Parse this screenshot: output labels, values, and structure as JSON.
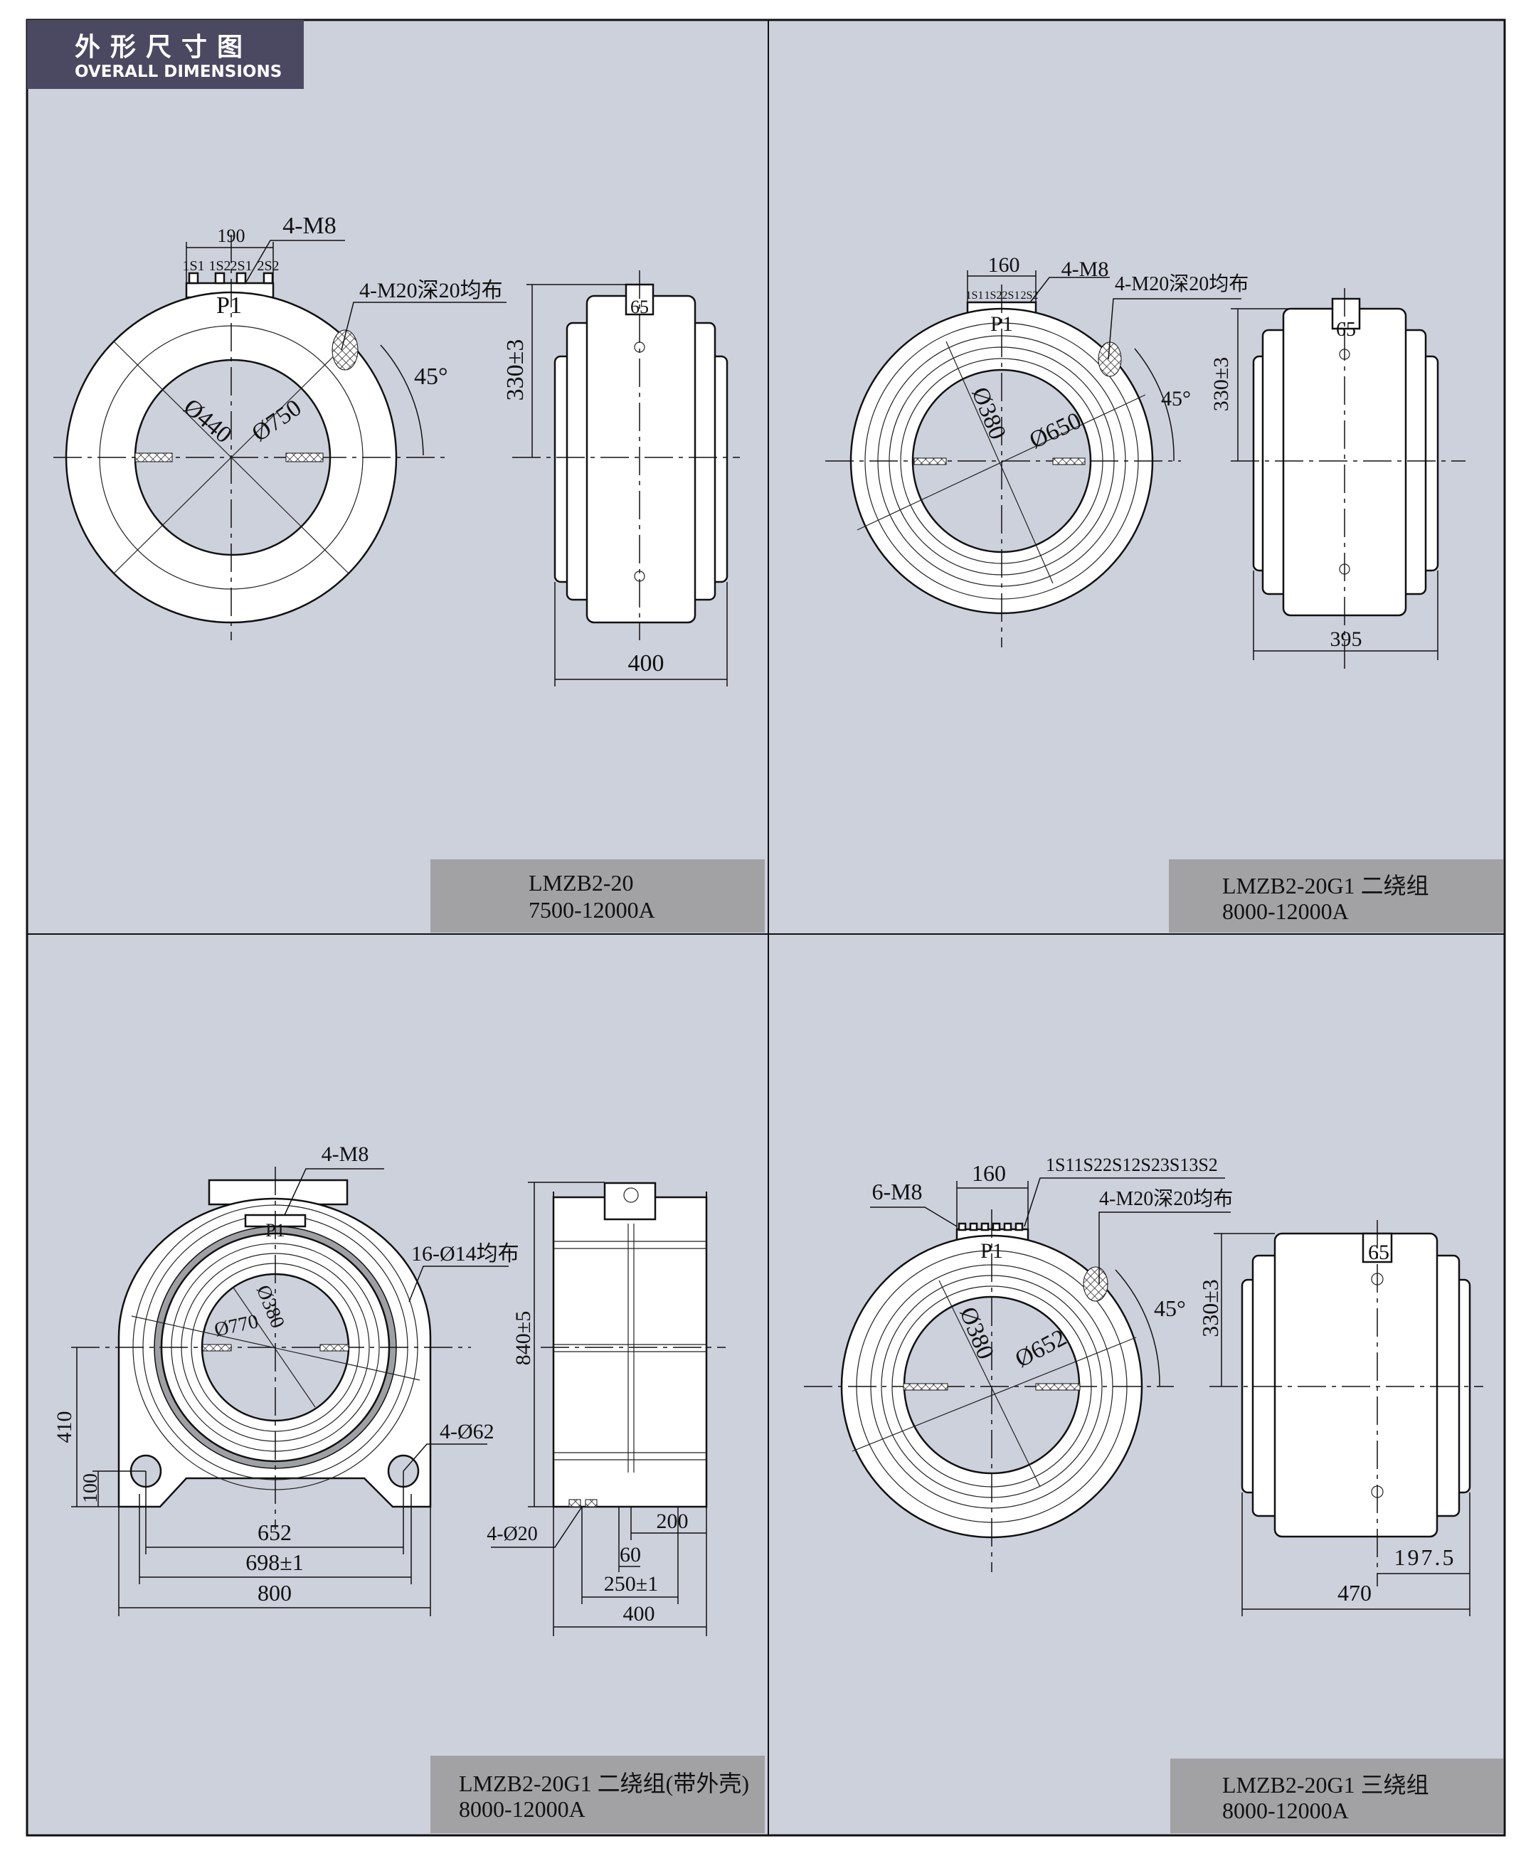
{
  "header": {
    "title_cn": "外形尺寸图",
    "title_en": "OVERALL DIMENSIONS"
  },
  "panels": [
    {
      "model": "LMZB2-20",
      "range": "7500-12000A",
      "terminals": [
        "1S1",
        "1S2",
        "2S1",
        "2S2"
      ],
      "dim_terminal_span": "190",
      "bolts": "4-M8",
      "primary": "P1",
      "mount_holes": "4-M20深20均布",
      "angle": "45°",
      "inner_dia": "Ø440",
      "outer_dia": "Ø750",
      "tab_width": "65",
      "height": "330±3",
      "width": "400"
    },
    {
      "model": "LMZB2-20G1  二绕组",
      "range": "8000-12000A",
      "terminals": [
        "1S1",
        "1S2",
        "2S1",
        "2S2"
      ],
      "dim_terminal_span": "160",
      "bolts": "4-M8",
      "primary": "P1",
      "mount_holes": "4-M20深20均布",
      "angle": "45°",
      "inner_dia": "Ø380",
      "outer_dia": "Ø650",
      "tab_width": "65",
      "height": "330±3",
      "width": "395"
    },
    {
      "model": "LMZB2-20G1  二绕组(带外壳)",
      "range": "8000-12000A",
      "bolts": "4-M8",
      "primary": "P1",
      "housing_holes": "16-Ø14均布",
      "inner_dia": "Ø380",
      "outer_dia": "Ø770",
      "center_height": "410",
      "foot_hole_height": "100",
      "foot_holes": "4-Ø62",
      "dim_652": "652",
      "dim_698": "698±1",
      "dim_800": "800",
      "height": "840±5",
      "base_holes": "4-Ø20",
      "dim_200": "200",
      "dim_60": "60",
      "dim_250": "250±1",
      "width": "400"
    },
    {
      "model": "LMZB2-20G1  三绕组",
      "range": "8000-12000A",
      "terminals_label": "1S11S22S12S23S13S2",
      "dim_terminal_span": "160",
      "bolts": "6-M8",
      "primary": "P1",
      "mount_holes": "4-M20深20均布",
      "angle": "45°",
      "inner_dia": "Ø380",
      "outer_dia": "Ø652",
      "tab_width": "65",
      "height": "330±3",
      "offset": "197.5",
      "width": "470"
    }
  ]
}
